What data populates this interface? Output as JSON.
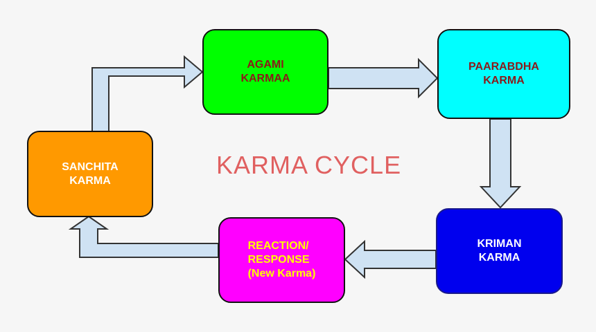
{
  "title": "KARMA CYCLE",
  "nodes": {
    "agami": [
      "AGAMI",
      "KARMAA"
    ],
    "paarabdha": [
      "PAARABDHA",
      "KARMA"
    ],
    "sanchita": [
      "SANCHITA",
      "KARMA"
    ],
    "kriman": [
      "KRIMAN",
      "KARMA"
    ],
    "reaction": [
      "REACTION/",
      "RESPONSE",
      "(New Karma)"
    ]
  },
  "colors": {
    "agami": "#00ff00",
    "paarabdha": "#00ffff",
    "sanchita": "#ff9900",
    "kriman": "#0000ee",
    "reaction": "#ff00ff",
    "arrow_fill": "#cfe2f3",
    "title": "#e06060"
  },
  "edges": [
    [
      "sanchita",
      "agami"
    ],
    [
      "agami",
      "paarabdha"
    ],
    [
      "paarabdha",
      "kriman"
    ],
    [
      "kriman",
      "reaction"
    ],
    [
      "reaction",
      "sanchita"
    ]
  ]
}
